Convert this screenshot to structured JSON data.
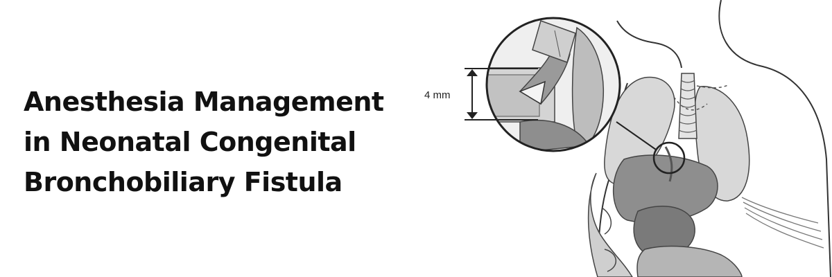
{
  "title": {
    "line1": "Anesthesia Management",
    "line2": "in Neonatal Congenital",
    "line3": "Bronchobiliary Fistula"
  },
  "illustration": {
    "measurement_label": "4 mm"
  },
  "colors": {
    "background": "#ffffff",
    "title_text": "#111111",
    "outline": "#333333",
    "organ_light": "#d6d6d6",
    "organ_mid": "#a9a9a9",
    "organ_dark": "#7a7a7a"
  }
}
